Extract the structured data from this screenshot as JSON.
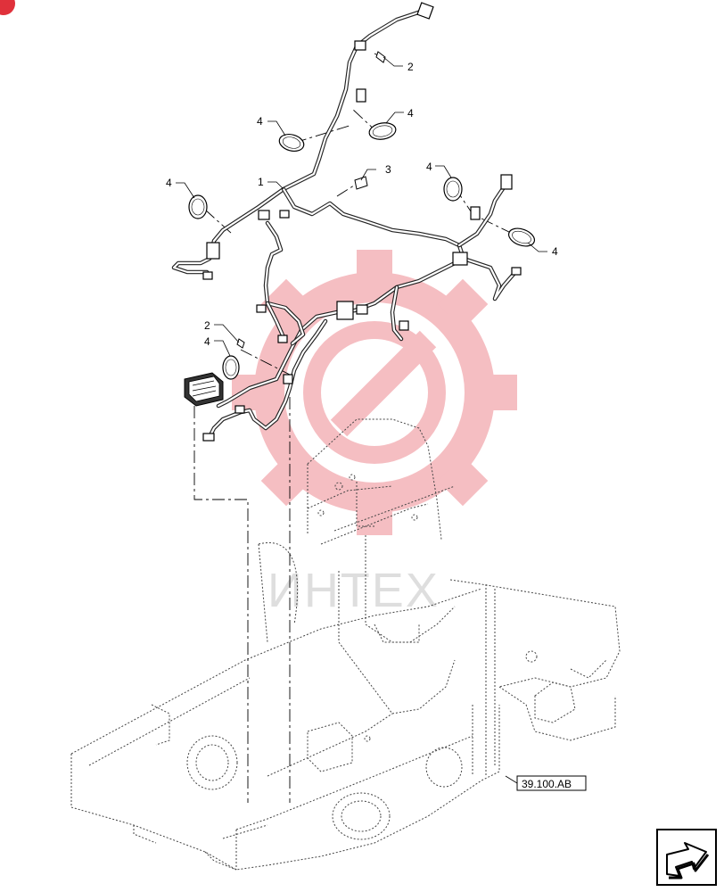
{
  "callouts": [
    {
      "label": "1"
    },
    {
      "label": "2"
    },
    {
      "label": "2"
    },
    {
      "label": "3"
    },
    {
      "label": "4"
    },
    {
      "label": "4"
    },
    {
      "label": "4"
    },
    {
      "label": "4"
    },
    {
      "label": "4"
    },
    {
      "label": "4"
    }
  ],
  "reference_box": {
    "label": "39.100.AB"
  },
  "watermark": {
    "text": "ИНТЕХ",
    "color": "#f4b3b8"
  },
  "colors": {
    "line": "#000000",
    "badge": "#e0313b"
  },
  "icons": {
    "nav_arrow": "arrow-icon",
    "corner_badge": "badge-icon"
  }
}
